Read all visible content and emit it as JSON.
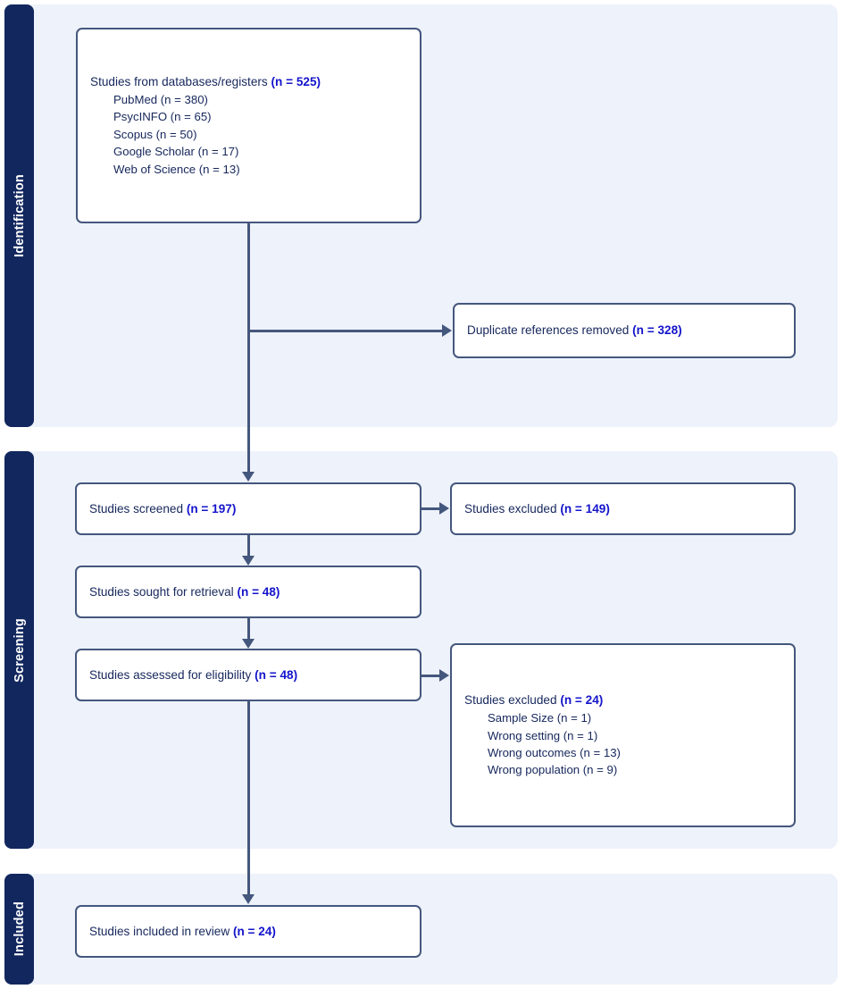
{
  "diagram": {
    "type": "prisma-flow-diagram",
    "accent_navy": "#12275e",
    "border_color": "#44577d",
    "panel_bg": "#eef2fa",
    "text_color": "#16275c",
    "highlight_color": "#1414cc"
  },
  "stages": {
    "identification": "Identification",
    "screening": "Screening",
    "included": "Included"
  },
  "boxes": {
    "databases": {
      "label": "Studies from databases/registers ",
      "count": "(n = 525)",
      "sources": [
        "PubMed (n = 380)",
        "PsycINFO (n = 65)",
        "Scopus (n = 50)",
        "Google Scholar (n = 17)",
        "Web of Science (n = 13)"
      ]
    },
    "duplicates": {
      "label": "Duplicate references removed ",
      "count": "(n = 328)"
    },
    "screened": {
      "label": "Studies screened ",
      "count": "(n = 197)"
    },
    "excluded_screened": {
      "label": "Studies excluded ",
      "count": "(n = 149)"
    },
    "sought": {
      "label": "Studies sought for retrieval ",
      "count": "(n = 48)"
    },
    "assessed": {
      "label": "Studies assessed for eligibility ",
      "count": "(n = 48)"
    },
    "excluded_detail": {
      "label": "Studies excluded ",
      "count": "(n = 24)",
      "reasons": [
        "Sample Size (n = 1)",
        "Wrong setting (n = 1)",
        "Wrong outcomes (n = 13)",
        "Wrong population (n = 9)"
      ]
    },
    "included": {
      "label": "Studies included in review ",
      "count": "(n = 24)"
    }
  }
}
